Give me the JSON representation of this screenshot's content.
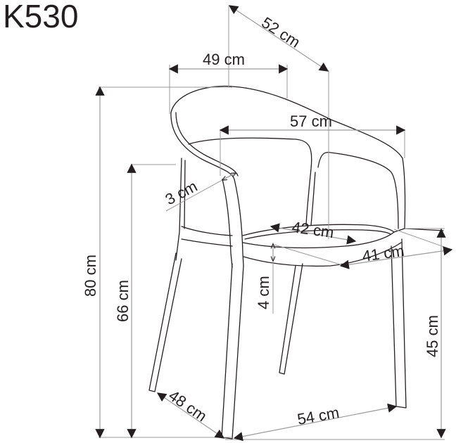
{
  "title": "K530",
  "dimensions": {
    "total_height": "80 cm",
    "armrest_height": "66 cm",
    "seat_height": "45 cm",
    "backrest_width": "49 cm",
    "overall_depth_top": "52 cm",
    "overall_width": "57 cm",
    "frame_thickness": "3 cm",
    "seat_width": "42 cm",
    "seat_depth": "41 cm",
    "seat_thickness": "4 cm",
    "leg_span_side": "48 cm",
    "leg_span_front": "54 cm"
  },
  "colors": {
    "line": "#231f20",
    "dimension_line": "#9a9a9a",
    "background": "#ffffff"
  }
}
